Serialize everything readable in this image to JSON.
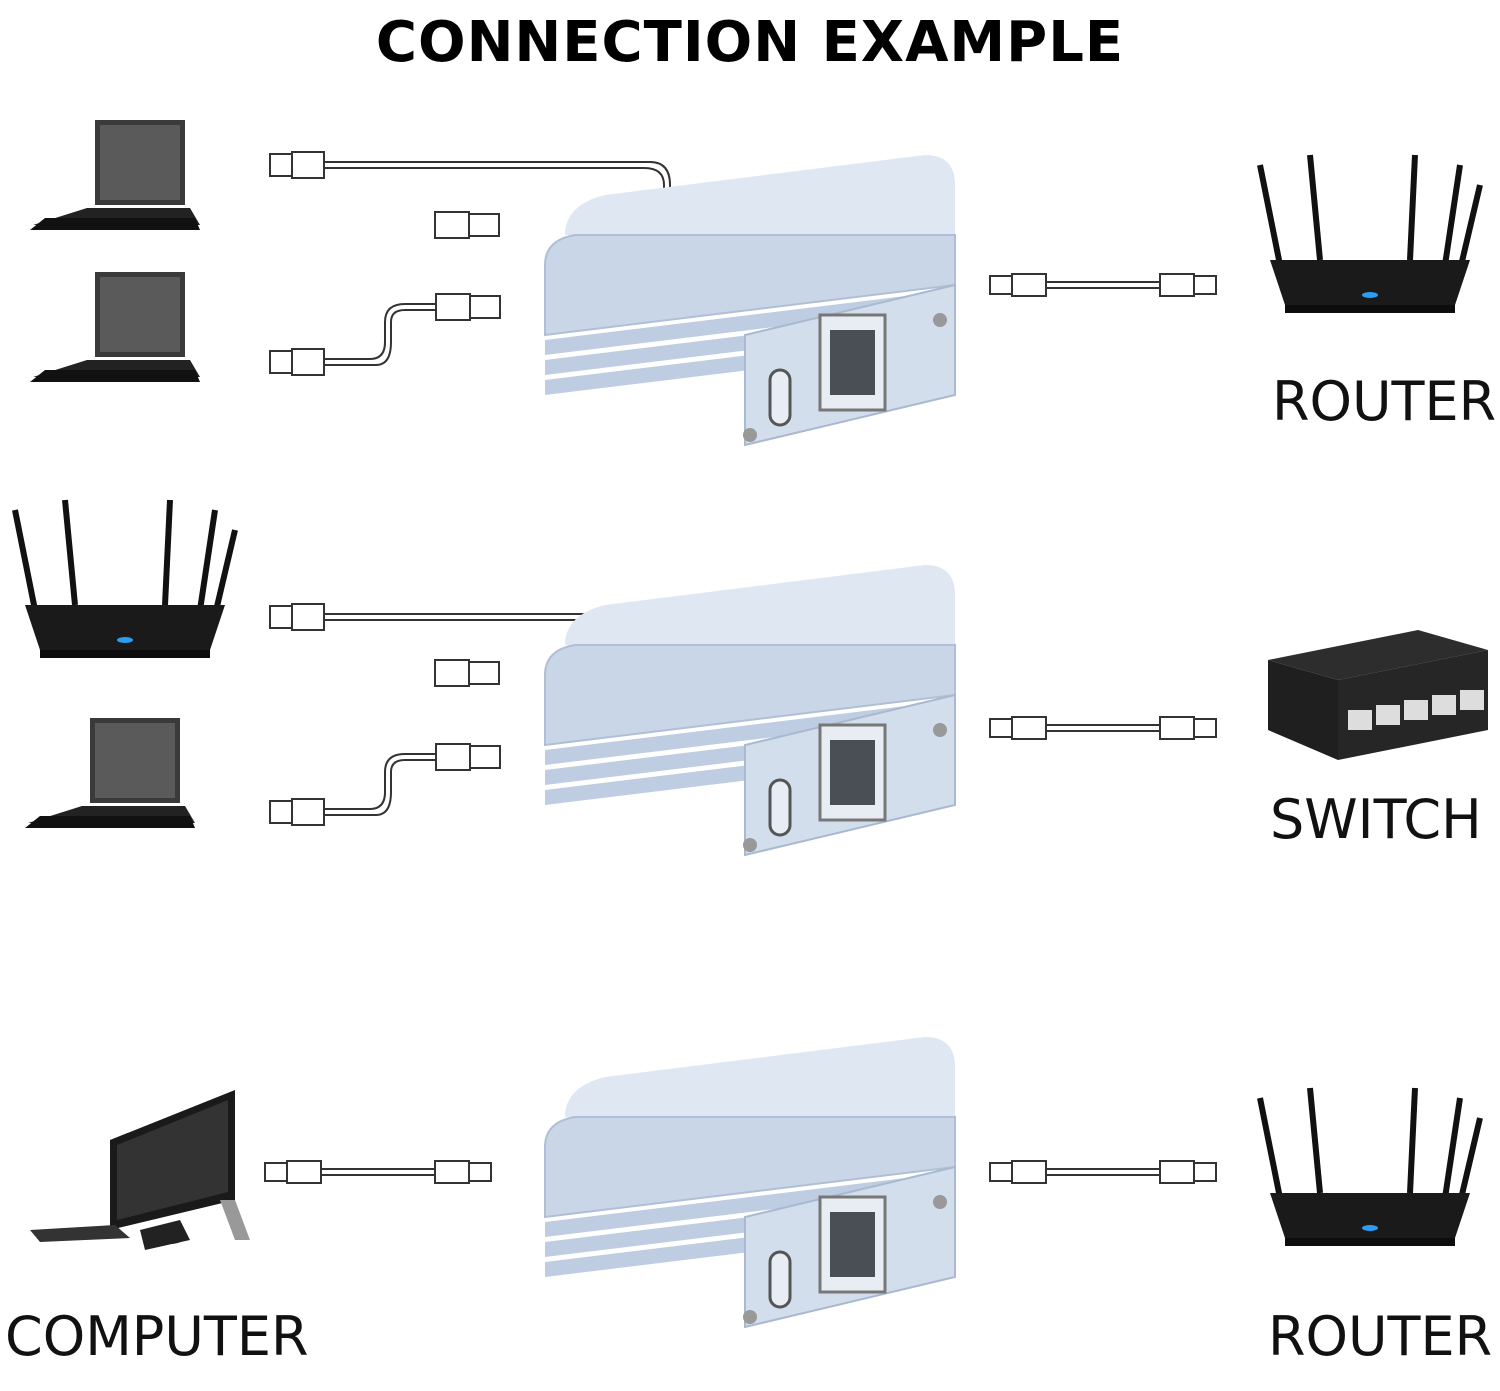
{
  "title": "CONNECTION EXAMPLE",
  "rows": [
    {
      "left_devices": [
        "laptop-icon",
        "laptop-icon"
      ],
      "adapter": "usb-c-ethernet-adapter",
      "right_device": "router-icon",
      "right_label": "ROUTER"
    },
    {
      "left_devices": [
        "router-icon",
        "laptop-icon"
      ],
      "adapter": "usb-c-ethernet-adapter",
      "right_device": "switch-icon",
      "right_label": "SWITCH"
    },
    {
      "left_devices": [
        "desktop-computer-icon"
      ],
      "left_label": "COMPUTER",
      "adapter": "usb-c-ethernet-adapter",
      "right_device": "router-icon",
      "right_label": "ROUTER"
    }
  ],
  "colors": {
    "adapter_body": "#c9d6e8",
    "device_dark": "#1a1a1a",
    "router_led": "#2a9df4"
  }
}
